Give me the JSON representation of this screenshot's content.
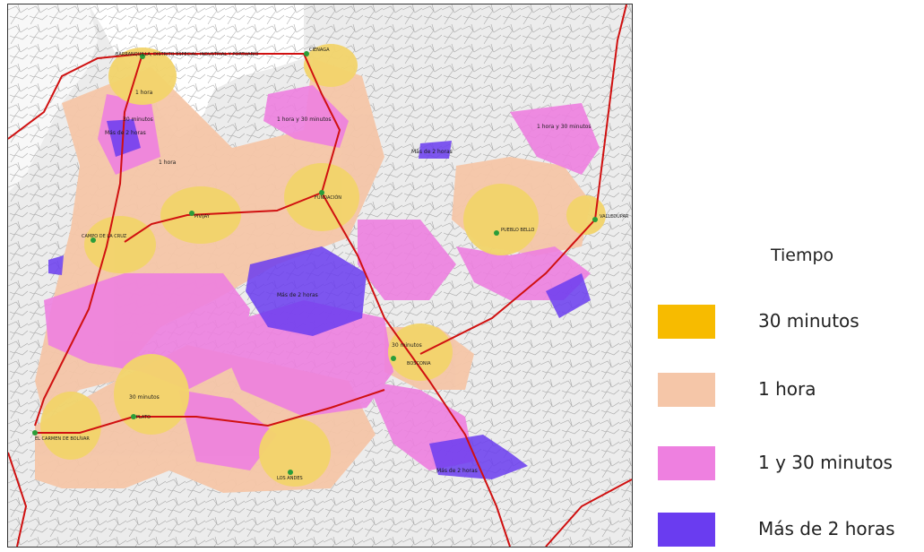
{
  "legend": {
    "title": "Tiempo",
    "items": [
      {
        "label": "30 minutos",
        "color": "#f7bb00"
      },
      {
        "label": "1 hora",
        "color": "#f5c6a8"
      },
      {
        "label": "1 y 30 minutos",
        "color": "#ee80e0"
      },
      {
        "label": "Más de 2 horas",
        "color": "#6a3cf0"
      }
    ]
  },
  "map": {
    "towns": [
      "BARRANQUILLA, DISTRITO ESPECIAL, INDUSTRIAL Y PORTUARIO",
      "CIÉNAGA",
      "FUNDACIÓN",
      "CAMPO DE LA CRUZ",
      "PIVIJAY",
      "PUEBLO BELLO",
      "VALLEDUPAR",
      "BOSCONIA",
      "PLATO",
      "EL CARMEN DE BOLÍVAR",
      "LOS ANDES"
    ],
    "zone_labels": [
      "1 hora",
      "30 minutos",
      "Más de 2 horas",
      "1 hora y 30 minutos",
      "Más de 2 horas",
      "1 hora y 30 minutos",
      "Más de 2 horas",
      "30 minutos",
      "30 minutos",
      "Más de 2 horas",
      "1 hora"
    ],
    "colors": {
      "sea": "#ffffff",
      "land": "#ececec",
      "roads_primary": "#d01010",
      "roads_secondary": "#555555"
    }
  }
}
